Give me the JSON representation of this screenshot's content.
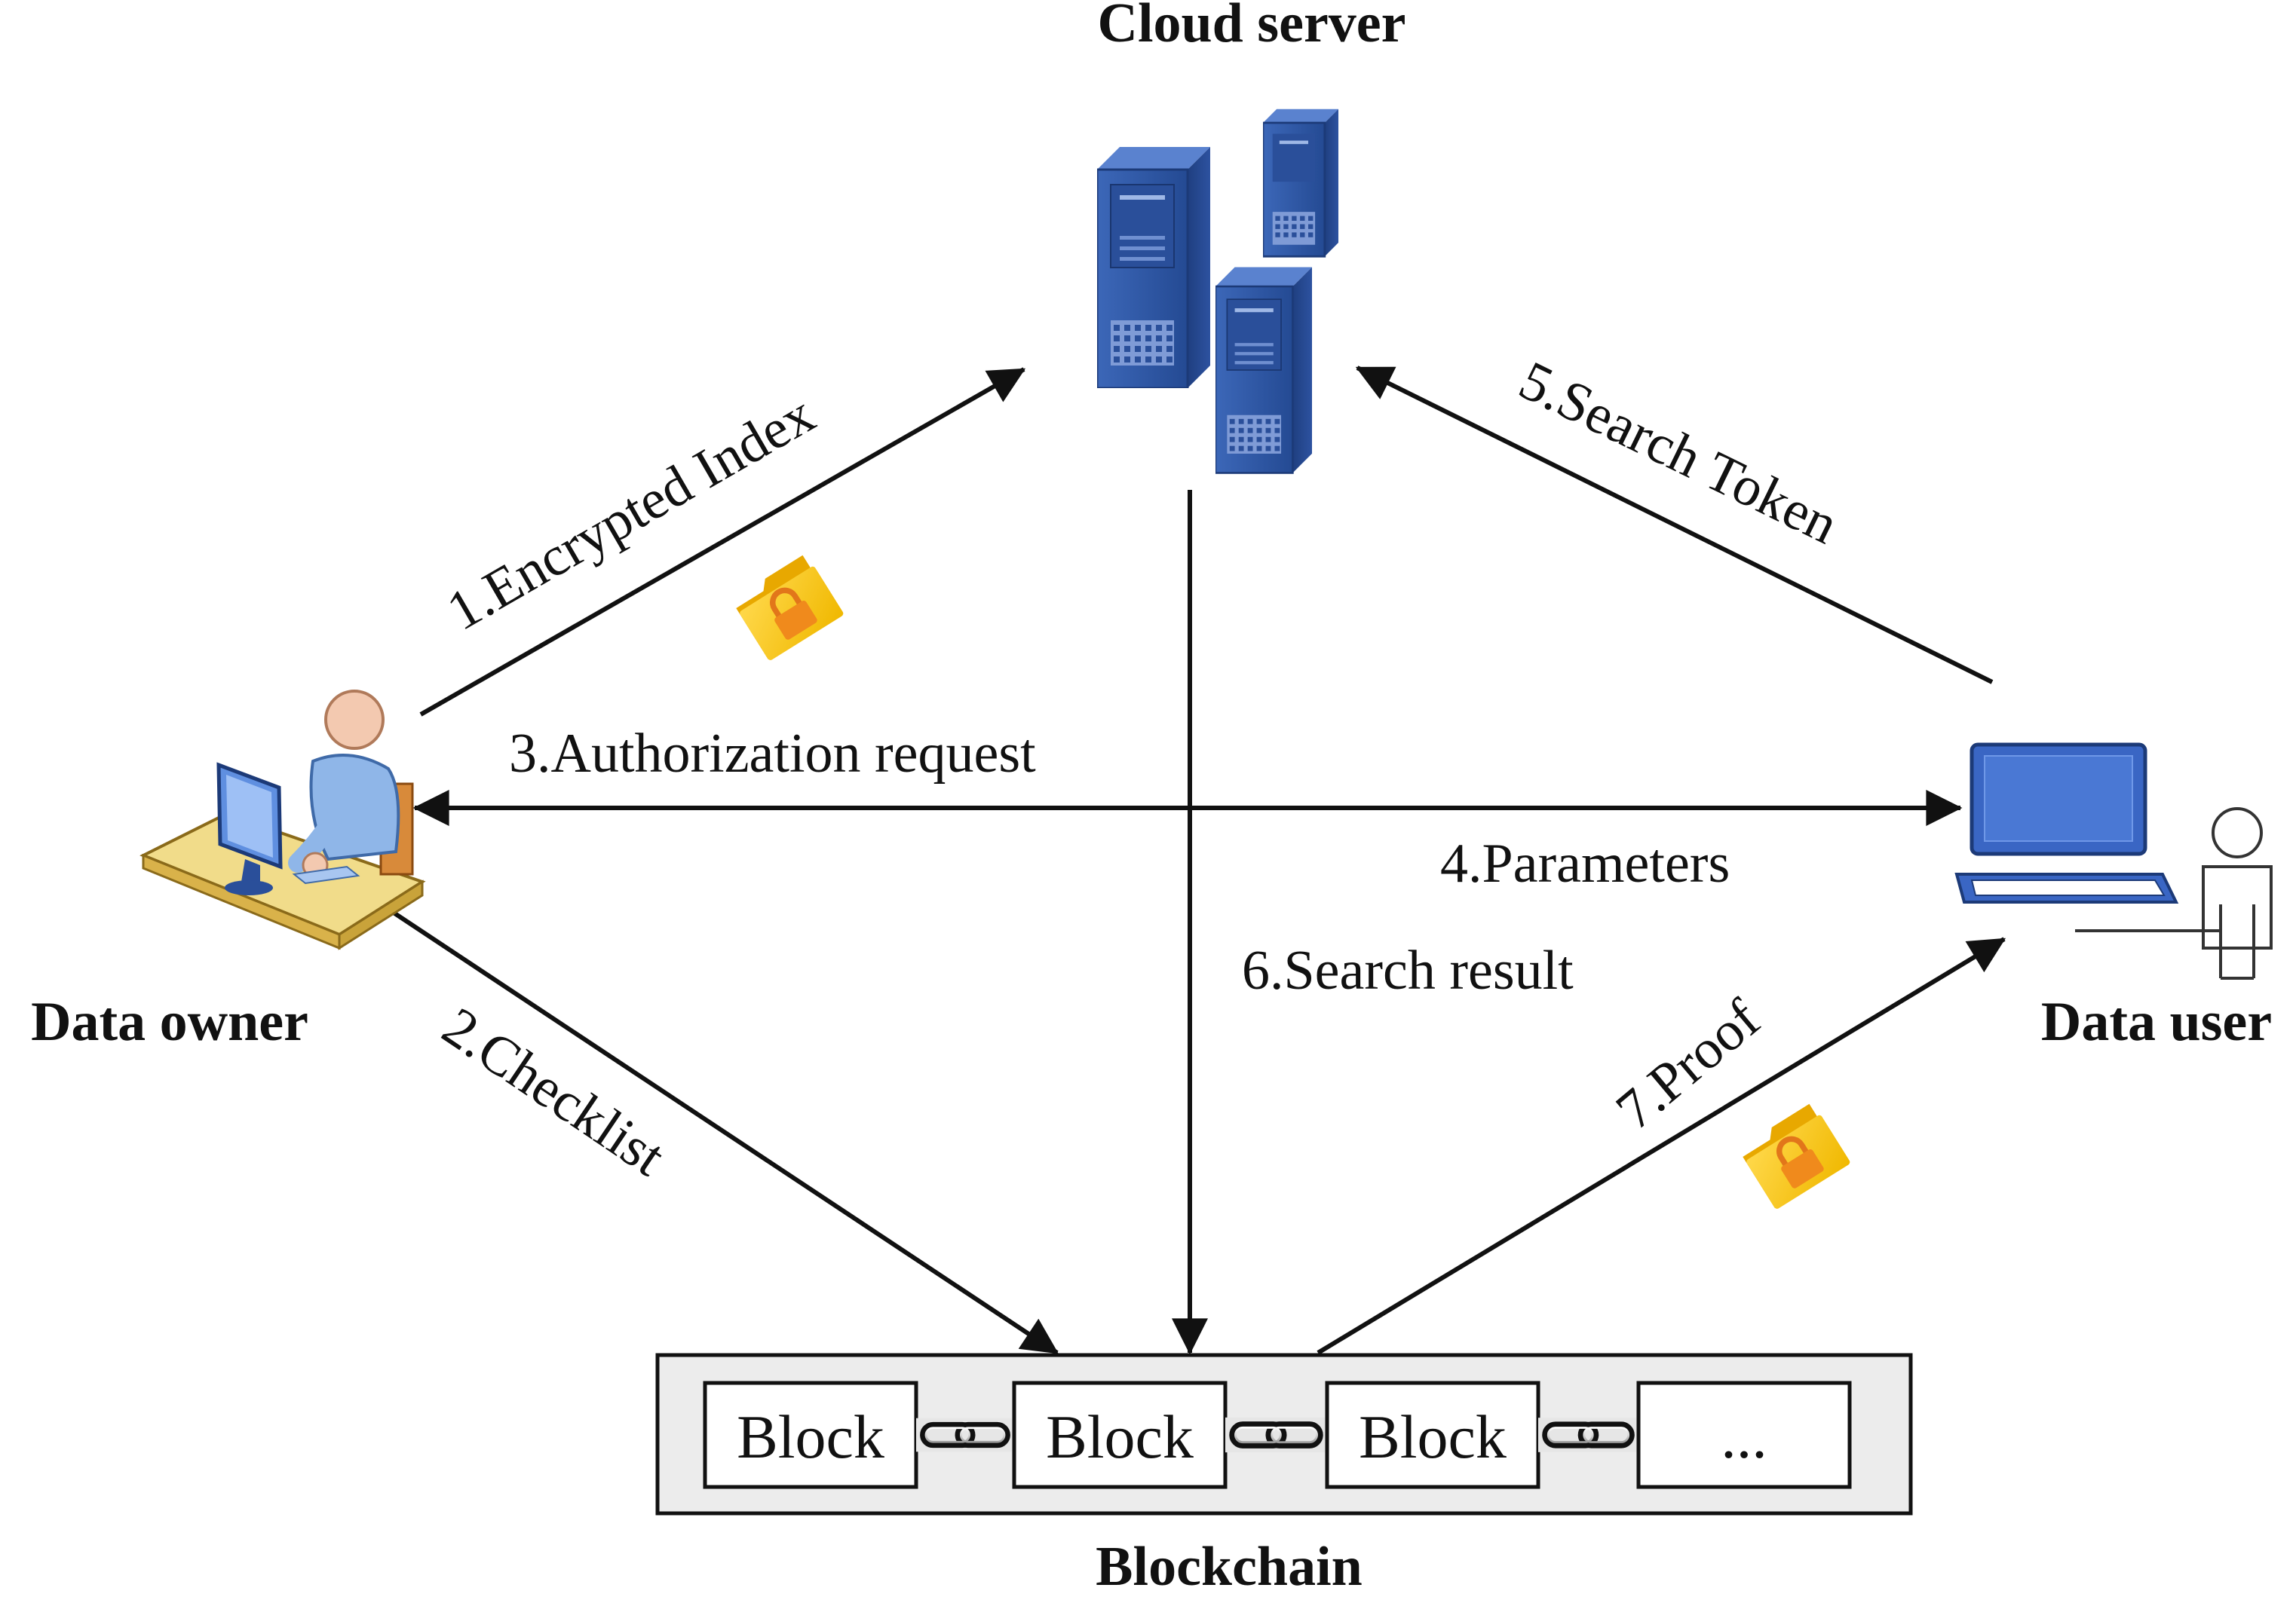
{
  "nodes": {
    "cloud_server": "Cloud server",
    "data_owner": "Data owner",
    "data_user": "Data user",
    "blockchain": "Blockchain"
  },
  "edges": {
    "encrypted_index": "1.Encrypted Index",
    "checklist": "2.Checklist",
    "authorization_request": "3.Authorization request",
    "parameters": "4.Parameters",
    "search_token": "5.Search Token",
    "search_result": "6.Search result",
    "proof": "7.Proof"
  },
  "blockchain_blocks": [
    "Block",
    "Block",
    "Block",
    "..."
  ],
  "icons": {
    "server": "server-icon",
    "owner": "person-at-computer-icon",
    "user": "laptop-user-icon",
    "folder": "locked-folder-icon",
    "chain": "chain-link-icon"
  },
  "colors": {
    "server_blue": "#2f5aa8",
    "folder_yellow": "#f5c400",
    "lock_orange": "#f08a1c",
    "laptop_blue": "#3a66c4"
  }
}
